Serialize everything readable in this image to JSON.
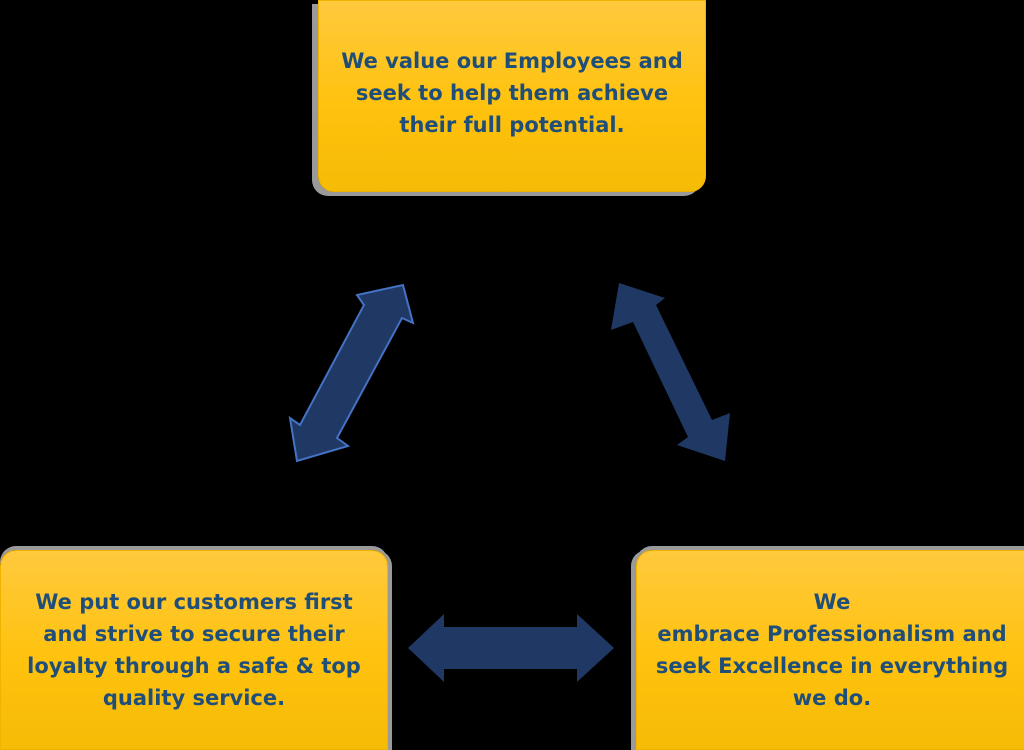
{
  "diagram": {
    "type": "cycle",
    "nodes": [
      {
        "id": "employees",
        "text": "We value our Employees and\nseek to help them achieve\ntheir full potential."
      },
      {
        "id": "customers",
        "text": "We put our customers first\nand strive to secure their\nloyalty through a safe & top\nquality service."
      },
      {
        "id": "professionalism",
        "text": "We\nembrace Professionalism and\nseek Excellence in everything\nwe do."
      }
    ],
    "edges": [
      {
        "from": "employees",
        "to": "customers",
        "style": "double-arrow"
      },
      {
        "from": "employees",
        "to": "professionalism",
        "style": "double-arrow"
      },
      {
        "from": "customers",
        "to": "professionalism",
        "style": "double-arrow"
      }
    ],
    "colors": {
      "box_fill": "#ffc20e",
      "text": "#1f4e79",
      "arrow_fill": "#1f3864",
      "arrow_outline": "#4472c4",
      "background": "#000000"
    }
  }
}
